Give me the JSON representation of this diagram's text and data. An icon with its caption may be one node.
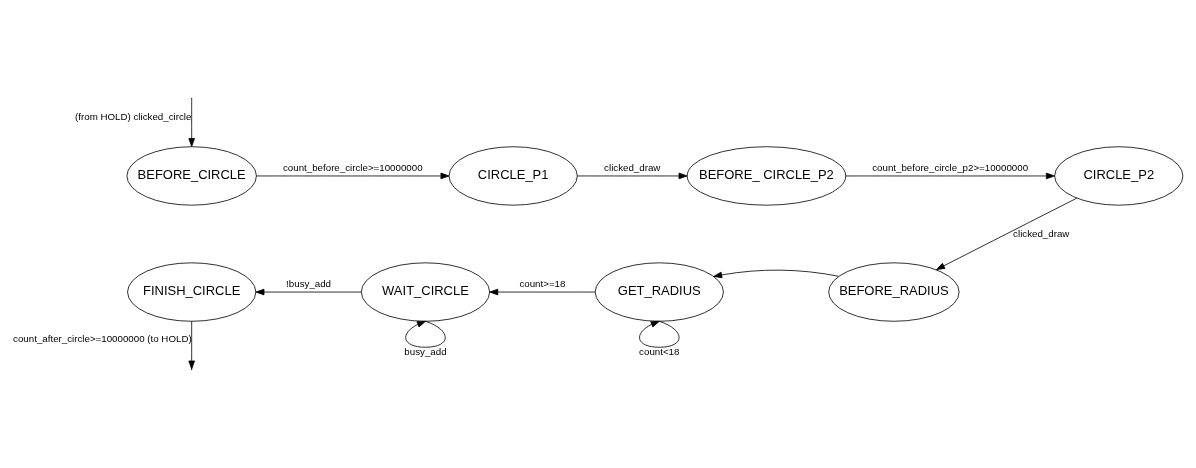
{
  "diagram": {
    "nodes": [
      {
        "text": [
          "BEFORE_CIRCLE"
        ]
      },
      {
        "text": [
          "CIRCLE_P1"
        ]
      },
      {
        "text": [
          "BEFORE_ CIRCLE_P2"
        ]
      },
      {
        "text": [
          "CIRCLE_P2"
        ]
      },
      {
        "text": [
          "FINISH_CIRCLE"
        ]
      },
      {
        "text": [
          "WAIT_CIRCLE"
        ]
      },
      {
        "text": [
          "GET_RADIUS"
        ]
      },
      {
        "text": [
          "BEFORE_RADIUS"
        ]
      }
    ],
    "edges": [
      {
        "from": null,
        "to": 0,
        "arrow": "to",
        "label": "(from HOLD) clicked_circle"
      },
      {
        "from": 0,
        "to": 1,
        "arrow": "to",
        "label": "count_before_circle>=10000000"
      },
      {
        "from": 1,
        "to": 2,
        "arrow": "to",
        "label": "clicked_draw"
      },
      {
        "from": 2,
        "to": 3,
        "arrow": "to",
        "label": "count_before_circle_p2>=10000000"
      },
      {
        "from": 3,
        "to": 7,
        "arrow": "to",
        "label": "clicked_draw"
      },
      {
        "from": 7,
        "to": 6,
        "arrow": "to"
      },
      {
        "from": 6,
        "to": 5,
        "arrow": "to",
        "label": "count>=18"
      },
      {
        "from": 5,
        "to": 4,
        "arrow": "to",
        "label": "!busy_add"
      },
      {
        "from": 5,
        "to": 5,
        "arrow": "to",
        "label": "busy_add"
      },
      {
        "from": 6,
        "to": 6,
        "arrow": "to",
        "label": "count<18"
      },
      {
        "from": 4,
        "to": null,
        "arrow": "to",
        "label": "count_after_circle>=10000000 (to HOLD)"
      }
    ]
  }
}
